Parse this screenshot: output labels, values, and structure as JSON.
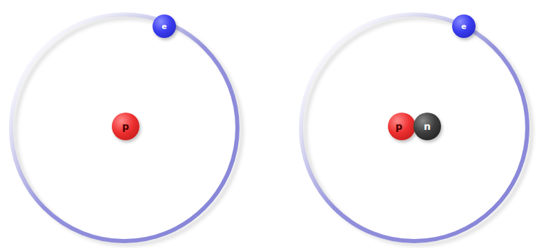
{
  "diagram": {
    "nodes": [
      {
        "text": [
          "e"
        ]
      },
      {
        "text": [
          "p"
        ]
      },
      {
        "text": [
          "e"
        ]
      },
      {
        "text": [
          "p"
        ]
      },
      {
        "text": [
          "n"
        ]
      }
    ]
  }
}
